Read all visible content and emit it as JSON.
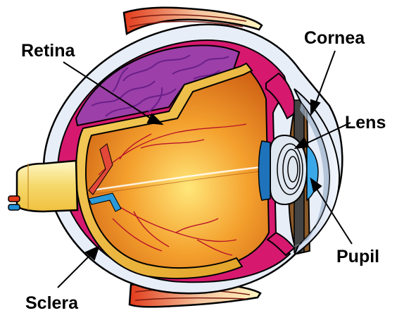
{
  "labels": {
    "retina": "Retina",
    "cornea": "Cornea",
    "lens": "Lens",
    "pupil": "Pupil",
    "sclera": "Sclera"
  },
  "colors": {
    "sclera": "#e8eef8",
    "choroid": "#d6196f",
    "retina_vessels": "#7b2a9c",
    "vitreous": "#e88a1a",
    "lens": "#6fb7e3",
    "outline": "#000000"
  }
}
